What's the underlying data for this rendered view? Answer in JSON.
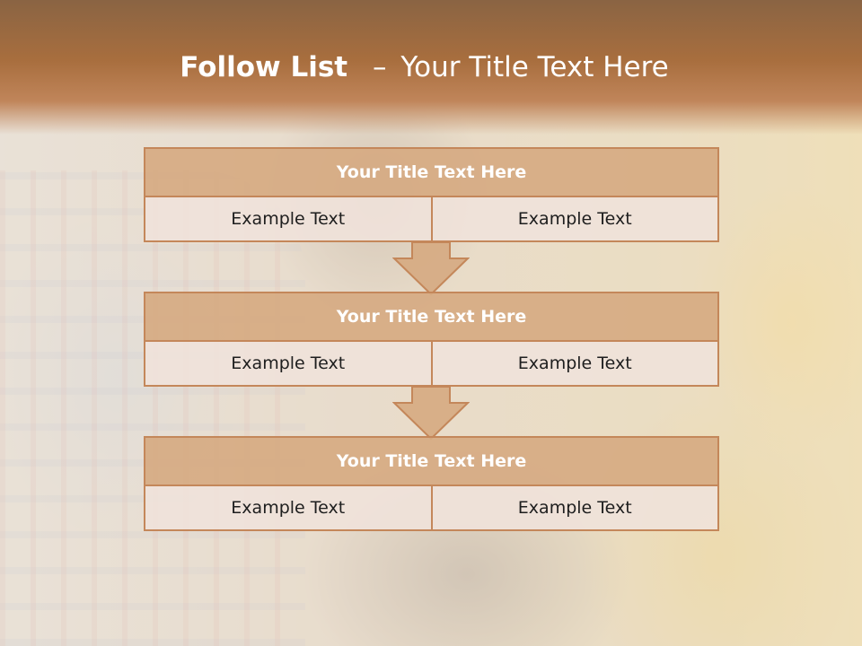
{
  "slide": {
    "title_bold": "Follow List",
    "title_dash": "–",
    "title_rest": "Your Title Text Here"
  },
  "blocks": [
    {
      "title": "Your Title Text Here",
      "left": "Example Text",
      "right": "Example Text"
    },
    {
      "title": "Your Title Text Here",
      "left": "Example Text",
      "right": "Example Text"
    },
    {
      "title": "Your Title Text Here",
      "left": "Example Text",
      "right": "Example Text"
    }
  ],
  "colors": {
    "header": "#a86e3e",
    "block_title_fill": "#d6aa82",
    "block_border": "#c4875a",
    "cell_fill": "#f0e2da",
    "title_text": "#ffffff",
    "body_text": "#1e1e1e"
  }
}
